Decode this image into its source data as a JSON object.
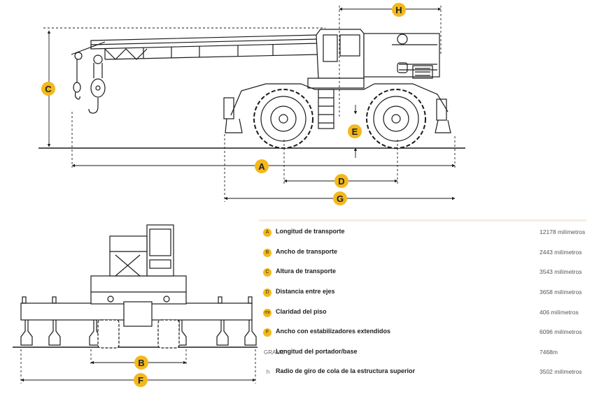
{
  "dimension_letters": {
    "A": "A",
    "B": "B",
    "C": "C",
    "D": "D",
    "E": "E",
    "F": "F",
    "G": "G",
    "H": "H"
  },
  "colors": {
    "badge": "#f3b81d",
    "line": "#1a1a1a",
    "panel_border": "#f6efe2"
  },
  "specs": [
    {
      "badge": "A",
      "label": "Longitud de transporte",
      "value": "12178  milímetros"
    },
    {
      "badge": "B",
      "label": "Ancho de transporte",
      "value": "2443  milímetros"
    },
    {
      "badge": "C",
      "label": "Altura de transporte",
      "value": "3543  milímetros"
    },
    {
      "badge": "D",
      "label": "Distancia entre ejes",
      "value": "3658  milímetros"
    },
    {
      "badge": "mi",
      "label": "Claridad del piso",
      "value": "406  milímetros"
    },
    {
      "badge": "F",
      "label": "Ancho con estabilizadores extendidos",
      "value": "6096  milímetros"
    },
    {
      "badge": "GRAMO",
      "label": "Longitud del portador/base",
      "value": "7468m"
    },
    {
      "badge": "h",
      "label": "Radio de giro de cola de la estructura superior",
      "value": "3502  milímetros"
    }
  ]
}
